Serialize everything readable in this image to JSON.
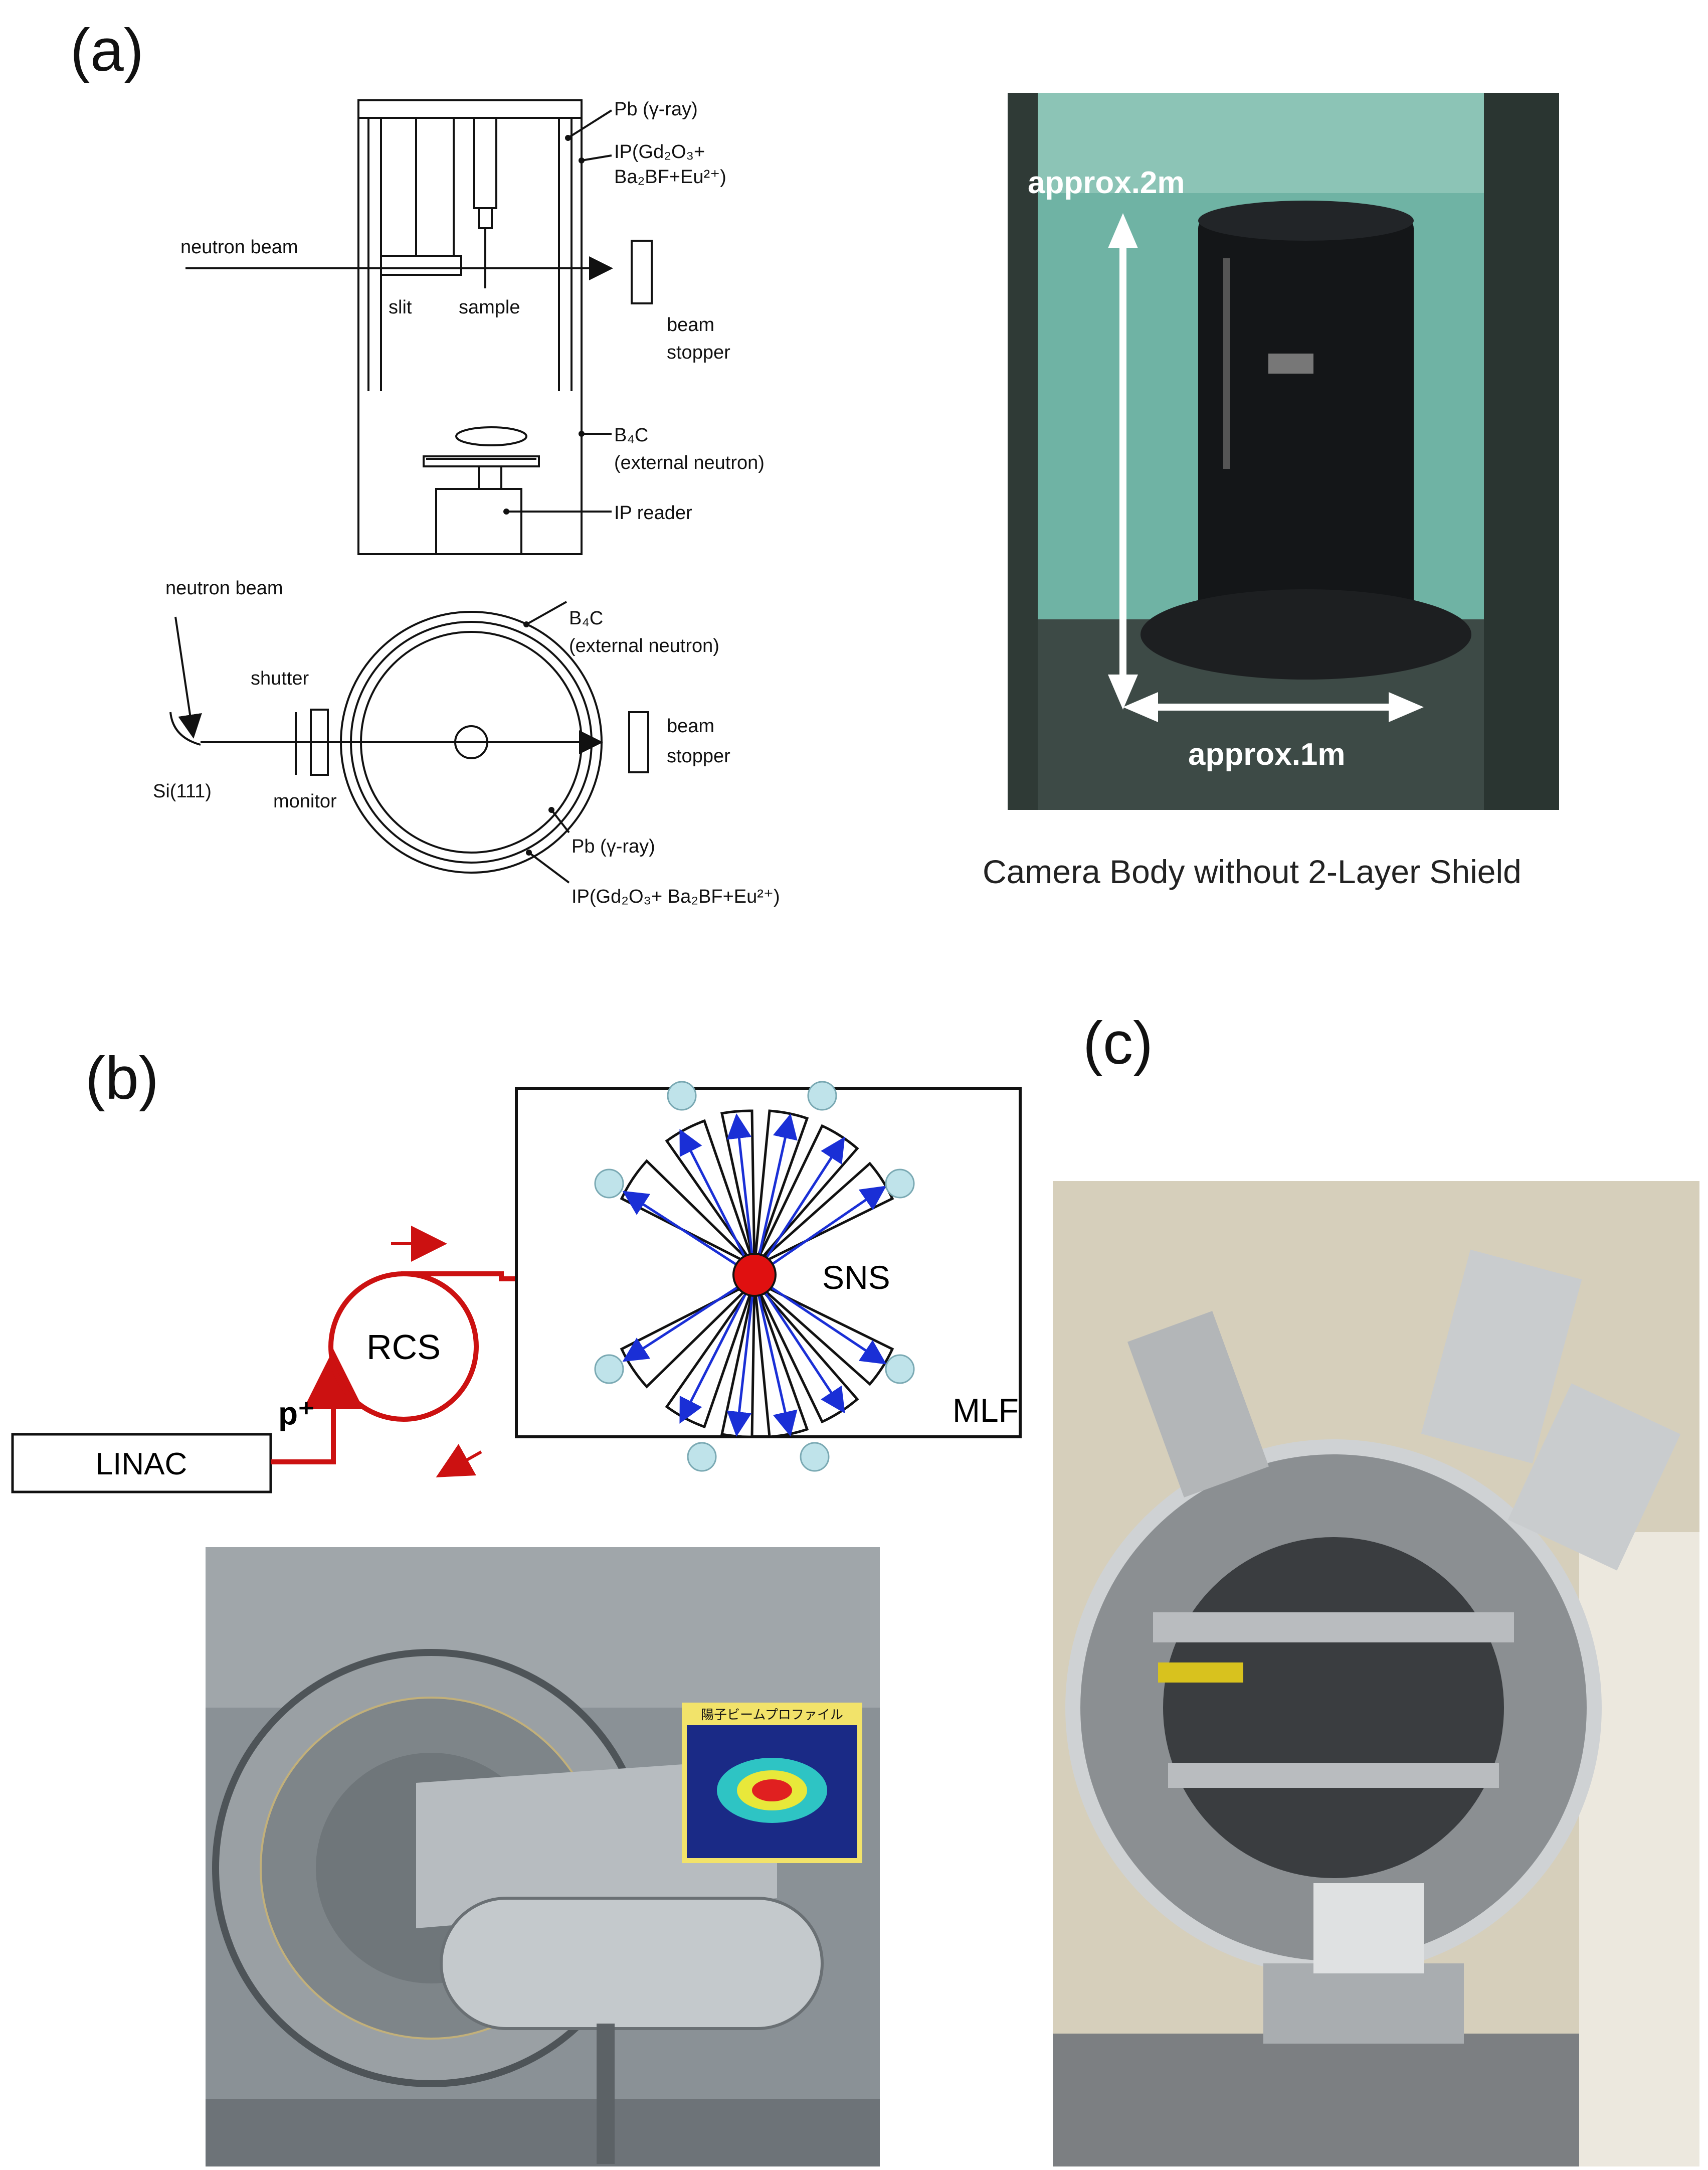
{
  "panels": {
    "a": "(a)",
    "b": "(b)",
    "c": "(c)"
  },
  "diagram_a": {
    "side_view": {
      "pb": "Pb (γ-ray)",
      "ip_line1": "IP(Gd₂O₃+",
      "ip_line2": "Ba₂BF+Eu²⁺)",
      "neutron_beam": "neutron beam",
      "slit": "slit",
      "sample": "sample",
      "beam_stopper_1": "beam",
      "beam_stopper_2": "stopper",
      "b4c": "B₄C",
      "external_neutron": "(external neutron)",
      "ip_reader": "IP reader"
    },
    "top_view": {
      "neutron_beam": "neutron beam",
      "shutter": "shutter",
      "b4c": "B₄C",
      "external_neutron": "(external neutron)",
      "beam_stopper_1": "beam",
      "beam_stopper_2": "stopper",
      "si111": "Si(111)",
      "monitor": "monitor",
      "pb": "Pb (γ-ray)",
      "ip": "IP(Gd₂O₃+ Ba₂BF+Eu²⁺)"
    }
  },
  "photo_a": {
    "height_label": "approx.2m",
    "width_label": "approx.1m",
    "caption": "Camera Body without 2-Layer Shield"
  },
  "diagram_b": {
    "linac": "LINAC",
    "rcs": "RCS",
    "proton": "p⁺",
    "sns": "SNS",
    "mlf": "MLF"
  },
  "photo_b": {
    "sign_text": "陽子ビームプロファイル"
  },
  "colors": {
    "beam_red": "#cc1111",
    "arrow_blue": "#1a2fd6",
    "detector_circle": "#bfe3ea"
  }
}
